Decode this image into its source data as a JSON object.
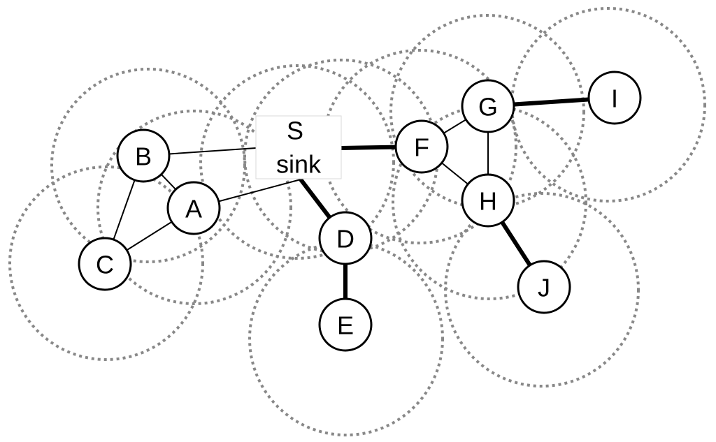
{
  "sink": {
    "id": "S",
    "line1": "S",
    "line2": "sink"
  },
  "nodes": [
    {
      "id": "A",
      "label": "A"
    },
    {
      "id": "B",
      "label": "B"
    },
    {
      "id": "C",
      "label": "C"
    },
    {
      "id": "D",
      "label": "D"
    },
    {
      "id": "E",
      "label": "E"
    },
    {
      "id": "F",
      "label": "F"
    },
    {
      "id": "G",
      "label": "G"
    },
    {
      "id": "H",
      "label": "H"
    },
    {
      "id": "I",
      "label": "I"
    },
    {
      "id": "J",
      "label": "J"
    }
  ],
  "edges": [
    {
      "from": "B",
      "to": "S",
      "weight": "thin"
    },
    {
      "from": "B",
      "to": "A",
      "weight": "thin"
    },
    {
      "from": "B",
      "to": "C",
      "weight": "thin"
    },
    {
      "from": "C",
      "to": "A",
      "weight": "thin"
    },
    {
      "from": "A",
      "to": "S",
      "weight": "thin"
    },
    {
      "from": "S",
      "to": "F",
      "weight": "thick"
    },
    {
      "from": "S",
      "to": "D",
      "weight": "thick"
    },
    {
      "from": "D",
      "to": "E",
      "weight": "thick"
    },
    {
      "from": "F",
      "to": "G",
      "weight": "thin"
    },
    {
      "from": "F",
      "to": "H",
      "weight": "thin"
    },
    {
      "from": "G",
      "to": "H",
      "weight": "thin"
    },
    {
      "from": "G",
      "to": "I",
      "weight": "thick"
    },
    {
      "from": "H",
      "to": "J",
      "weight": "thick"
    }
  ],
  "colors": {
    "range_stroke": "#888888",
    "edge": "#000000",
    "node_fill": "#ffffff"
  }
}
